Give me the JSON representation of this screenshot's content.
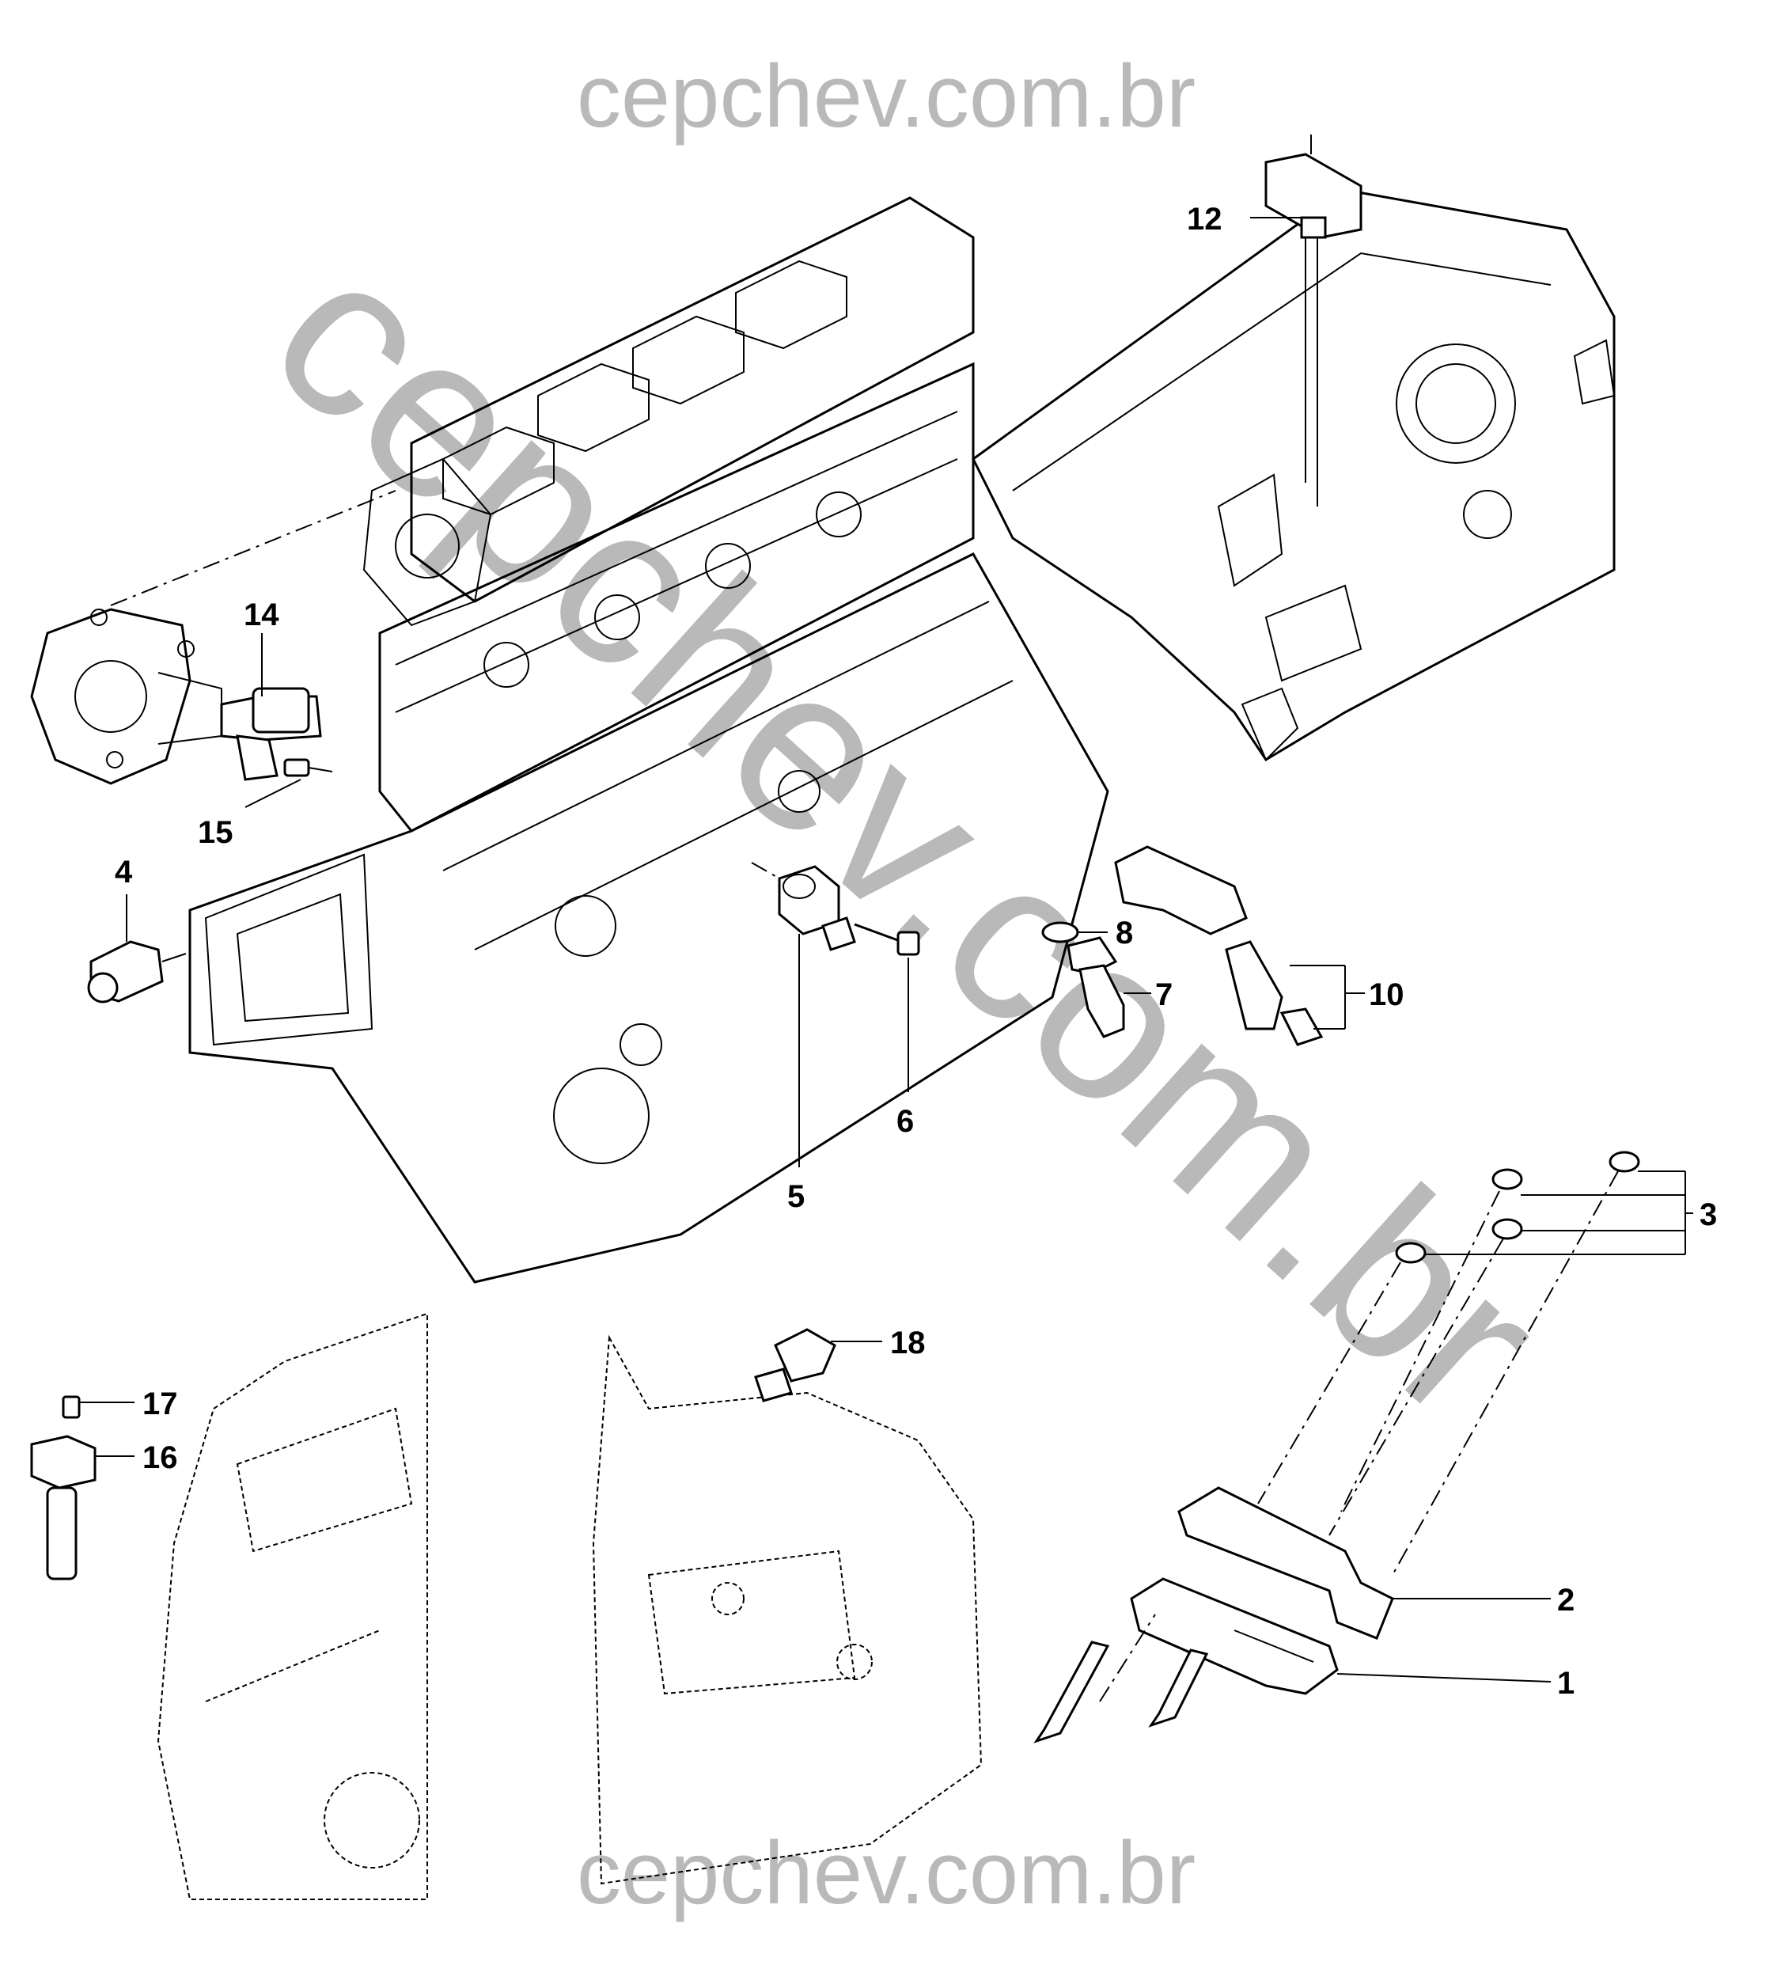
{
  "watermarks": {
    "top": "cepchev.com.br",
    "diagonal": "cepchev.com.br",
    "bottom": "cepchev.com.br"
  },
  "callouts": [
    "1",
    "2",
    "3",
    "4",
    "5",
    "6",
    "7",
    "8",
    "10",
    "12",
    "14",
    "15",
    "16",
    "17",
    "18"
  ],
  "colors": {
    "line": "#000000",
    "watermark": "#b9b9b9",
    "background": "#ffffff"
  }
}
